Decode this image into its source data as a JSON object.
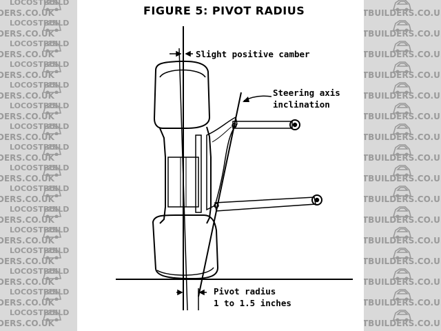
{
  "title": "FIGURE 5: PIVOT RADIUS",
  "labels": {
    "camber": "Slight positive camber",
    "steering_line1": "Steering axis",
    "steering_line2": "inclination",
    "pivot_line1": "Pivot radius",
    "pivot_line2": "1 to 1.5 inches"
  },
  "watermark": {
    "left_text": "DERS.CO.UK",
    "left_brand": "LOCOSTBUILD",
    "right_text": "TBUILDERS.CO.UK",
    "color": "#9a9a9a",
    "logo_icon": "car-outline-icon"
  }
}
